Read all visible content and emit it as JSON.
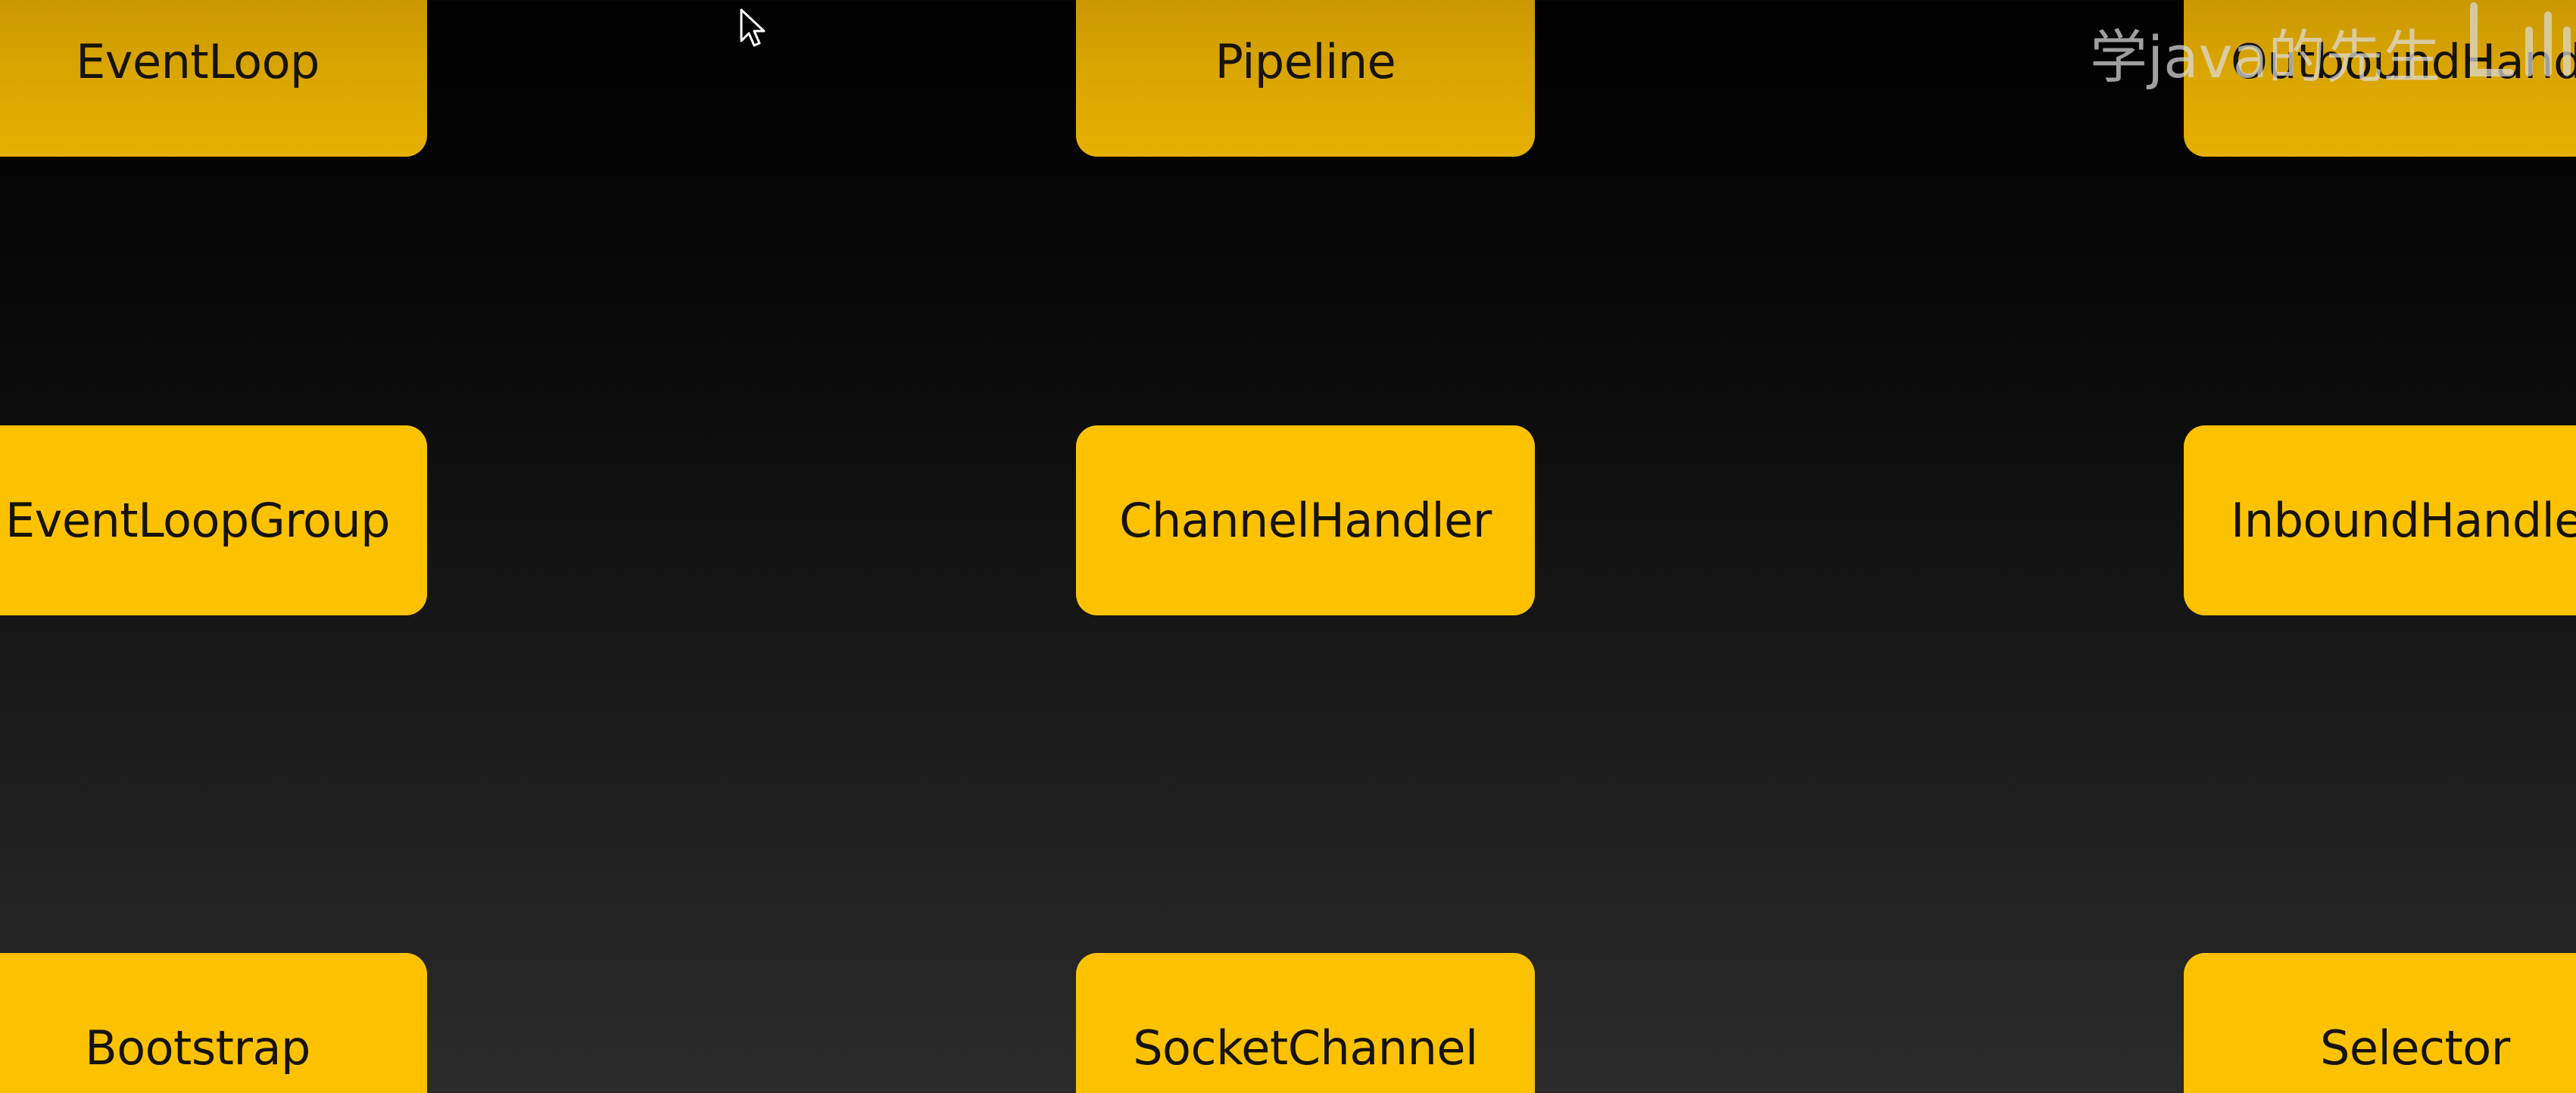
{
  "boxes": {
    "eventloop": "EventLoop",
    "pipeline": "Pipeline",
    "outbound_handler": "OutboundHandler",
    "eventloopgroup": "EventLoopGroup",
    "channelhandler": "ChannelHandler",
    "inbound_handler": "InboundHandler",
    "bootstrap": "Bootstrap",
    "socketchannel": "SocketChannel",
    "selector": "Selector"
  },
  "watermark": {
    "text": "学java的先生"
  },
  "colors": {
    "box_fill": "#fcc200",
    "box_text": "#16130a",
    "background_top": "#000000",
    "background_bottom": "#2b2b2b"
  },
  "icons": [
    "mouse-cursor-icon",
    "bilibili-logo-icon"
  ]
}
